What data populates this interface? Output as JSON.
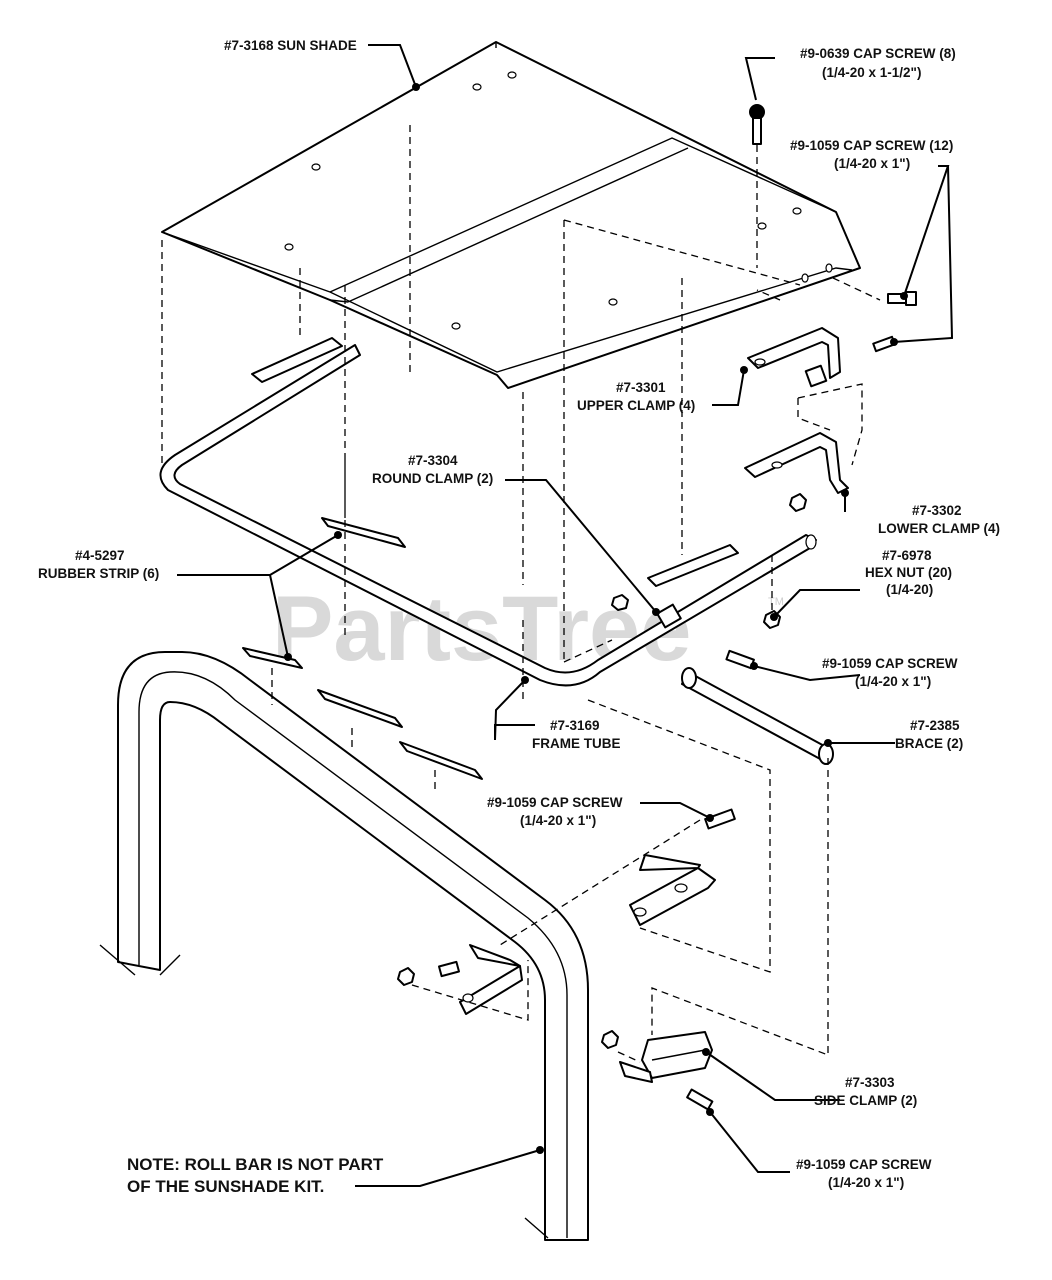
{
  "watermark": {
    "text": "PartsTree",
    "trademark": "TM"
  },
  "callouts": {
    "sun_shade": [
      "#7-3168 SUN SHADE"
    ],
    "cap_screw_9_0639": [
      "#9-0639 CAP SCREW (8)",
      "(1/4-20 x 1-1/2\")"
    ],
    "cap_screw_12": [
      "#9-1059 CAP SCREW (12)",
      "(1/4-20 x 1\")"
    ],
    "upper_clamp": [
      "#7-3301",
      "UPPER CLAMP (4)"
    ],
    "round_clamp": [
      "#7-3304",
      "ROUND CLAMP (2)"
    ],
    "lower_clamp": [
      "#7-3302",
      "LOWER CLAMP (4)"
    ],
    "rubber_strip": [
      "#4-5297",
      "RUBBER STRIP (6)"
    ],
    "hex_nut": [
      "#7-6978",
      "HEX NUT (20)",
      "(1/4-20)"
    ],
    "cap_screw_mid": [
      "#9-1059 CAP SCREW",
      "(1/4-20 x 1\")"
    ],
    "frame_tube": [
      "#7-3169",
      "FRAME TUBE"
    ],
    "brace": [
      "#7-2385",
      "BRACE (2)"
    ],
    "cap_screw_lower": [
      "#9-1059 CAP SCREW",
      "(1/4-20 x 1\")"
    ],
    "side_clamp": [
      "#7-3303",
      "SIDE CLAMP (2)"
    ],
    "cap_screw_bottom": [
      "#9-1059 CAP SCREW",
      "(1/4-20 x 1\")"
    ]
  },
  "note": [
    "NOTE: ROLL BAR IS NOT PART",
    "OF THE SUNSHADE KIT."
  ]
}
